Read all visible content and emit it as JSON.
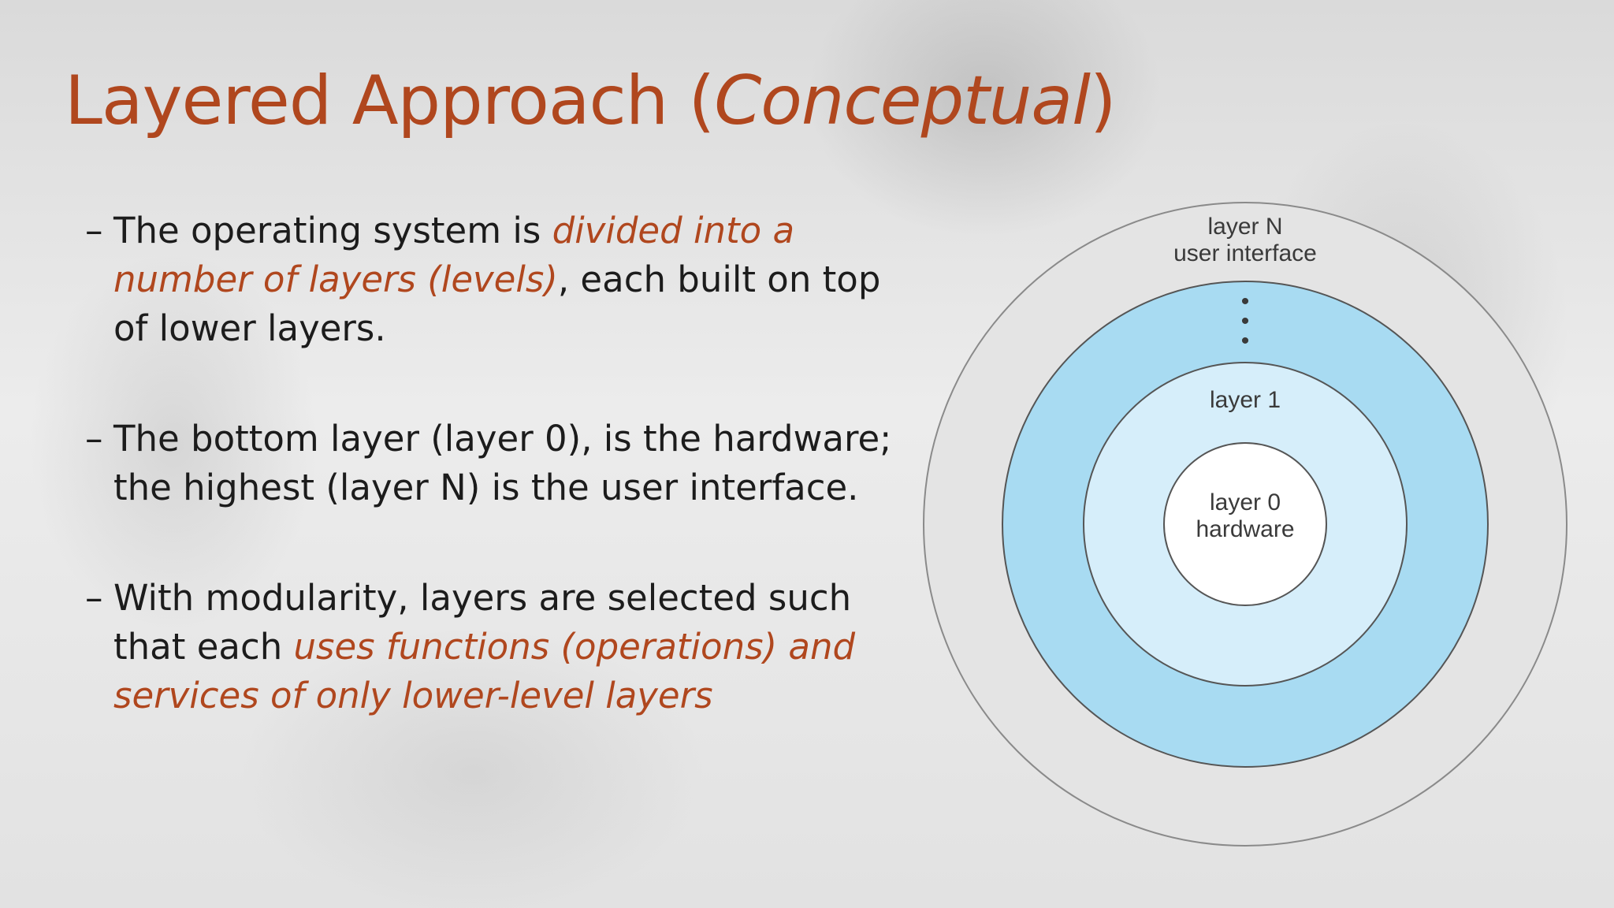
{
  "slide": {
    "title": {
      "main": "Layered Approach ",
      "paren_open": "(",
      "italic": "Conceptual",
      "paren_close": ")"
    },
    "bullets": [
      {
        "dash": "–",
        "segments": [
          {
            "text": "The operating system is ",
            "highlight": false
          },
          {
            "text": "divided into a number of layers (levels)",
            "highlight": true
          },
          {
            "text": ", each built on top of lower layers.",
            "highlight": false
          }
        ]
      },
      {
        "dash": "–",
        "segments": [
          {
            "text": "The bottom layer (layer 0), is the hardware; the highest (layer N) is the user interface.",
            "highlight": false
          }
        ]
      },
      {
        "dash": "–",
        "segments": [
          {
            "text": "With modularity, layers are selected such that each ",
            "highlight": false
          },
          {
            "text": "uses functions (operations) and services of only lower-level layers",
            "highlight": true
          }
        ]
      }
    ],
    "colors": {
      "accent": "#b0471e",
      "body_text": "#1c1c1c",
      "ring_outer": "#e4e4e4",
      "ring_middle": "#a8dbf2",
      "ring_inner": "#d6eefa",
      "core": "#ffffff"
    }
  },
  "diagram": {
    "outer_label_1": "layer N",
    "outer_label_2": "user interface",
    "ellipsis": "•",
    "layer1_label": "layer 1",
    "core_label_1": "layer 0",
    "core_label_2": "hardware"
  }
}
